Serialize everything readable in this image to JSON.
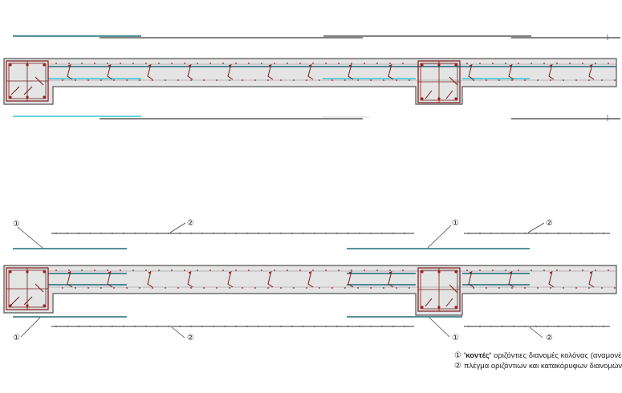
{
  "callouts": {
    "one": "①",
    "two": "②"
  },
  "legend": [
    {
      "marker": "①",
      "bold_term": "'κοντές'",
      "text": "οριζόντιες διανομές κολόνας (αναμονές)"
    },
    {
      "marker": "②",
      "bold_term": "",
      "text": "πλέγμα οριζόντιων και κατακόρυφων διανομών"
    }
  ],
  "colors": {
    "concrete_fill": "#e4e4e4",
    "outline": "#555555",
    "teal_bar": "#1f6b7a",
    "cyan_bar": "#3cc6d6",
    "grey_bar": "#5a5a5a",
    "stirrup": "#7a1818",
    "rebar_dot": "#9a1f1f",
    "mesh_dot": "#333333"
  }
}
